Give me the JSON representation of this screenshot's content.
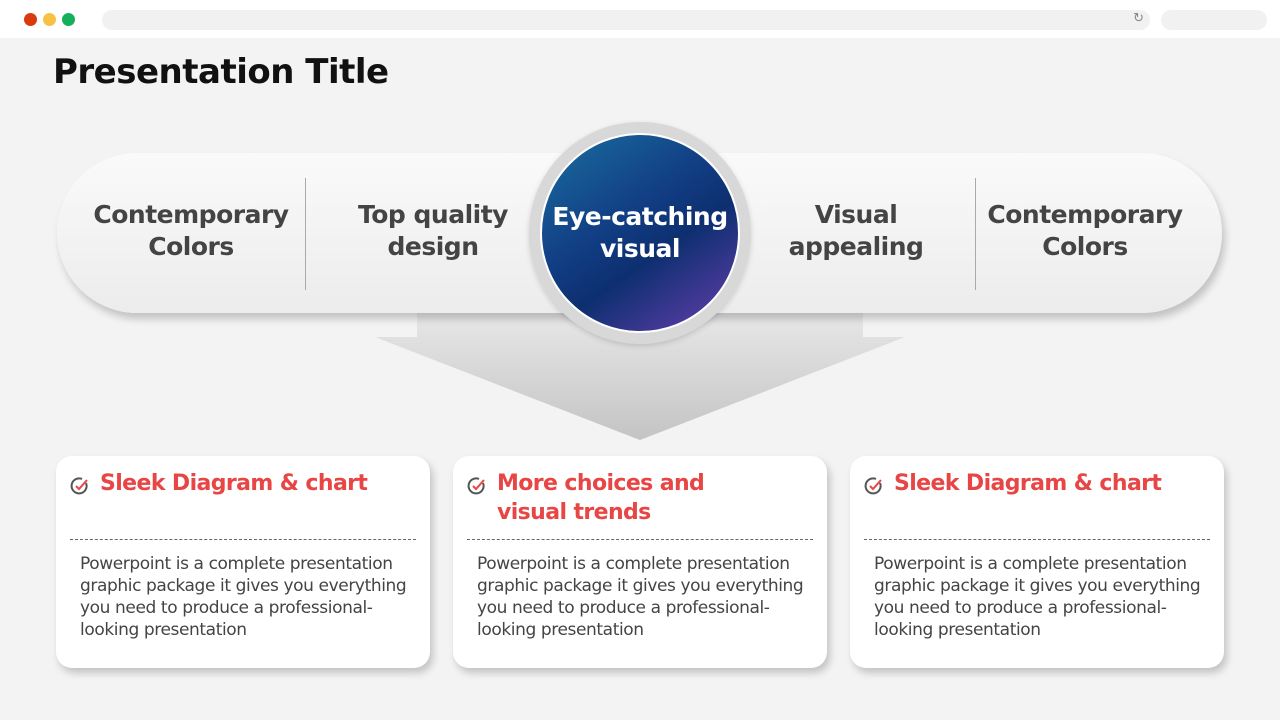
{
  "browser": {
    "dots": [
      "#d83b0f",
      "#f7c244",
      "#16b05a"
    ],
    "reload_icon": "↻"
  },
  "title": "Presentation Title",
  "pill": {
    "left": [
      {
        "text": "Contemporary Colors"
      },
      {
        "text": "Top quality design"
      }
    ],
    "center": "Eye-catching visual",
    "right": [
      {
        "text": "Visual appealing"
      },
      {
        "text": "Contemporary Colors"
      }
    ]
  },
  "cards": [
    {
      "title": "Sleek Diagram & chart",
      "body": "Powerpoint is a complete presentation graphic package it gives you everything you need to produce a professional-looking presentation"
    },
    {
      "title": "More choices and visual trends",
      "body": "Powerpoint is a complete presentation graphic package it gives you everything you need to produce a professional-looking presentation"
    },
    {
      "title": "Sleek Diagram & chart",
      "body": "Powerpoint is a complete presentation graphic package it gives you everything you need to produce a professional-looking presentation"
    }
  ],
  "colors": {
    "accent": "#e84545"
  }
}
